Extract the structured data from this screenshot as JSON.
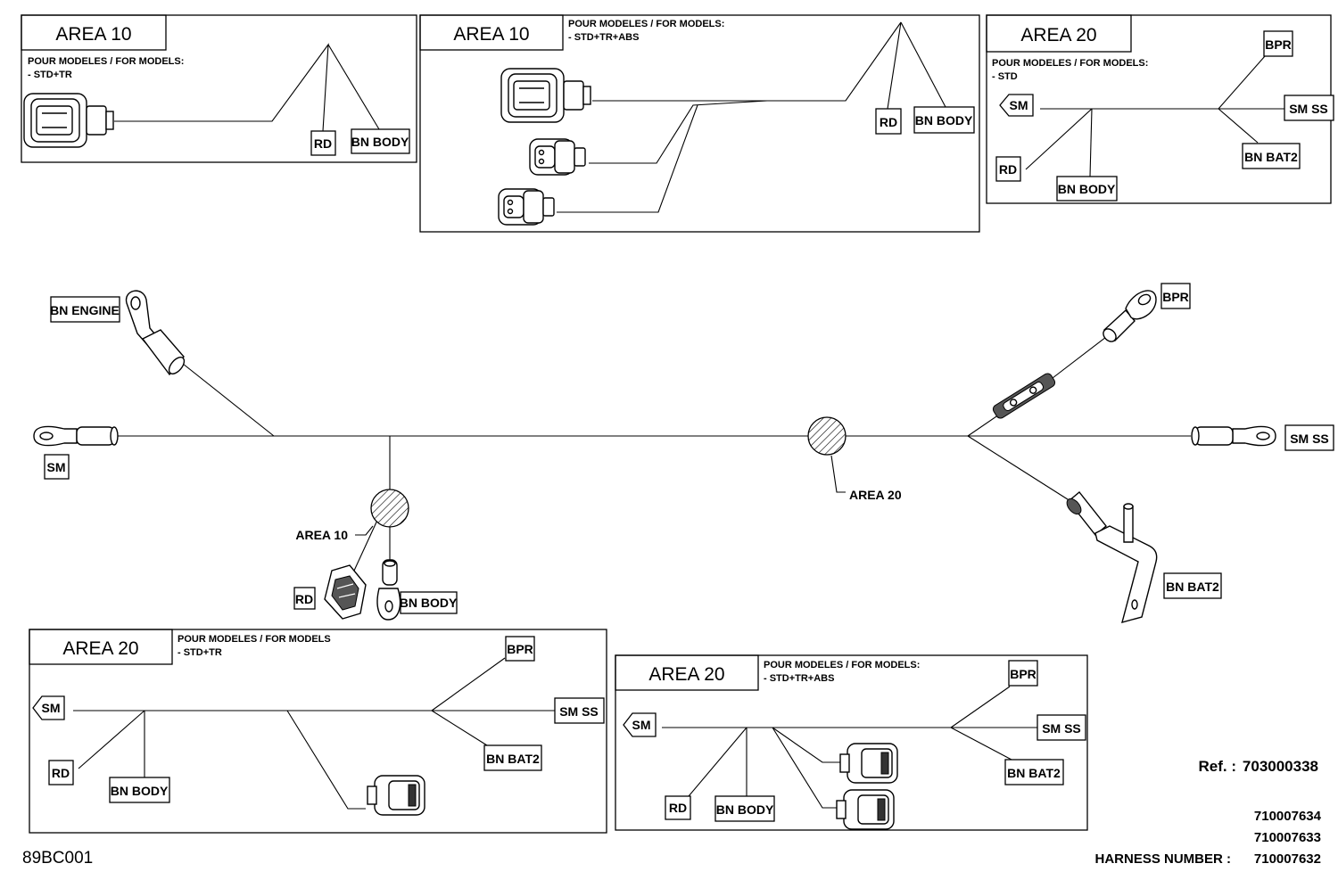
{
  "labels": {
    "rd": "RD",
    "bn_body": "BN BODY",
    "bn_engine": "BN ENGINE",
    "sm": "SM",
    "sm_ss": "SM SS",
    "bpr": "BPR",
    "bn_bat2": "BN BAT2"
  },
  "panels": {
    "area10_std_tr": {
      "title": "AREA 10",
      "note1": "POUR MODELES / FOR MODELS:",
      "note2": "- STD+TR"
    },
    "area10_abs": {
      "title": "AREA 10",
      "note1": "POUR MODELES / FOR MODELS:",
      "note2": "- STD+TR+ABS"
    },
    "area20_std": {
      "title": "AREA 20",
      "note1": "POUR MODELES / FOR MODELS:",
      "note2": "- STD"
    },
    "area20_std_tr": {
      "title": "AREA 20",
      "note1": "POUR MODELES / FOR MODELS",
      "note2": "- STD+TR"
    },
    "area20_abs": {
      "title": "AREA 20",
      "note1": "POUR MODELES / FOR MODELS:",
      "note2": "- STD+TR+ABS"
    }
  },
  "main": {
    "area10_callout": "AREA 10",
    "area20_callout": "AREA 20"
  },
  "footer": {
    "ref_label": "Ref. :",
    "ref_value": "703000338",
    "harness_label": "HARNESS NUMBER :",
    "harness_numbers": [
      "710007634",
      "710007633",
      "710007632"
    ],
    "drawing_code": "89BC001"
  }
}
